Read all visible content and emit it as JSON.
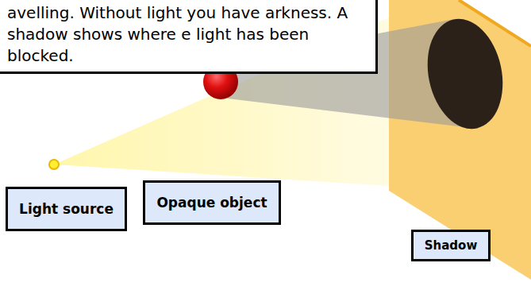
{
  "diagram": {
    "nodes": [
      {
        "text": [
          "avelling. Without light you have arkness. A shadow shows where e light has been blocked."
        ]
      },
      {
        "text": [
          "Light source"
        ]
      },
      {
        "text": [
          "Opaque object"
        ]
      },
      {
        "text": [
          "Shadow"
        ]
      }
    ]
  }
}
